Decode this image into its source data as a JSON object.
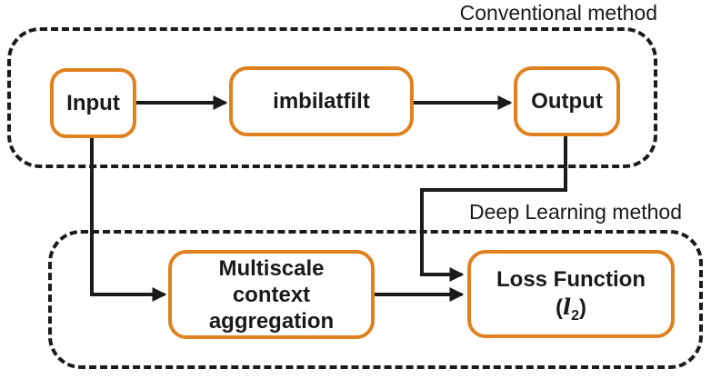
{
  "regions": {
    "conventional": {
      "label": "Conventional method"
    },
    "deep_learning": {
      "label": "Deep Learning method"
    }
  },
  "nodes": {
    "input": {
      "label": "Input"
    },
    "imbilatfilt": {
      "label": "imbilatfilt"
    },
    "output": {
      "label": "Output"
    },
    "multiscale": {
      "lines": [
        "Multiscale",
        "context",
        "aggregation"
      ]
    },
    "loss": {
      "title": "Loss Function",
      "paren_open": "(",
      "symbol": "l",
      "subscript": "2",
      "paren_close": ")"
    }
  },
  "connections": [
    {
      "from": "input",
      "to": "imbilatfilt"
    },
    {
      "from": "imbilatfilt",
      "to": "output"
    },
    {
      "from": "input",
      "to": "multiscale"
    },
    {
      "from": "output",
      "to": "loss"
    },
    {
      "from": "multiscale",
      "to": "loss"
    }
  ],
  "colors": {
    "node_border": "#E0811F",
    "connector": "#1B1B1B",
    "text": "#1A1A1A",
    "background": "#FFFFFF"
  }
}
